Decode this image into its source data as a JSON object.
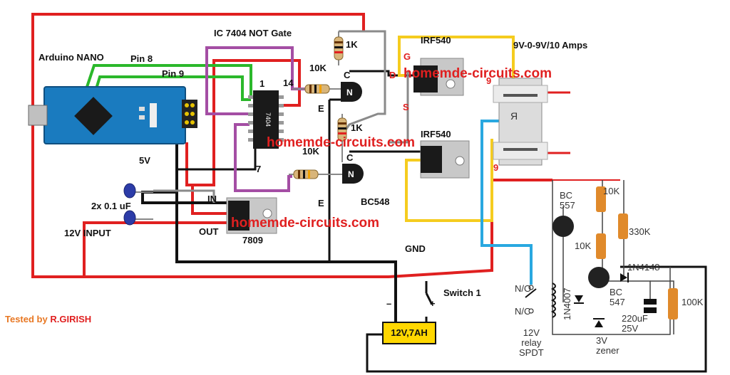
{
  "labels": {
    "ic_title": "IC 7404 NOT Gate",
    "arduino": "Arduino NANO",
    "pin8": "Pin 8",
    "pin9": "Pin 9",
    "pin1": "1",
    "pin14": "14",
    "pin7": "7",
    "r1k_top": "1K",
    "r10k_top": "10K",
    "c_top": "C",
    "e_top": "E",
    "r1k_bot": "1K",
    "r10k_bot": "10K",
    "c_bot": "C",
    "e_bot": "E",
    "bc548": "BC548",
    "irf540_top": "IRF540",
    "irf540_bot": "IRF540",
    "g": "G",
    "d": "D",
    "s": "S",
    "transformer": "9V-0-9V/10 Amps",
    "tap9_top": "9",
    "tap9_bot": "9",
    "v5": "5V",
    "caps": "2x 0.1 uF",
    "in": "IN",
    "out": "OUT",
    "reg": "7809",
    "input12v": "12V INPUT",
    "gnd": "GND",
    "switch1": "Switch 1",
    "minus": "–",
    "plus": "+",
    "battery": "12V,7AH",
    "bc557": "BC\n557",
    "r10k_a": "10K",
    "r330k": "330K",
    "r10k_b": "10K",
    "bc547": "BC\n547",
    "n4148": "1N4148",
    "n4007": "1N4007",
    "no": "N/O",
    "nc": "N/C",
    "relay": "12V\nrelay\nSPDT",
    "cap220": "220uF\n25V",
    "zener": "3V\nzener",
    "r100k": "100K",
    "tested_prefix": "Tested by ",
    "tested_name": "R.GIRISH"
  },
  "watermark": "homemde-circuits.com",
  "colors": {
    "red_wire": "#e02020",
    "green_wire": "#2bb82b",
    "purple_wire": "#a44ea4",
    "yellow_wire": "#f5cc1f",
    "blue_wire": "#29a8e0",
    "grey_wire": "#8a8a8a",
    "black_wire": "#111111",
    "arduino_board": "#1a7bbf",
    "resistor": "#e08a2b",
    "battery": "#ffd700"
  }
}
